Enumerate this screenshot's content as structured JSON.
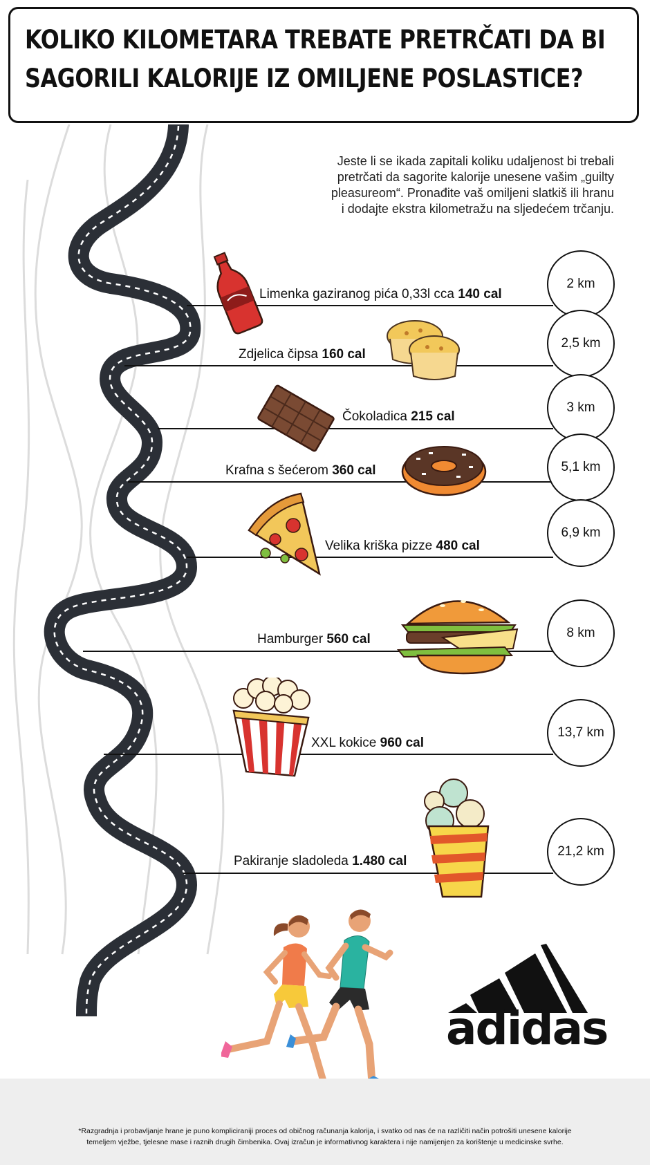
{
  "header": {
    "title_line1": "Koliko kilometara trebate pretrčati da bi",
    "title_line2": "sagorili kalorije iz omiljene poslastice?"
  },
  "intro": {
    "line1": "Jeste li se ikada zapitali koliku udaljenost bi trebali",
    "line2": "pretrčati da sagorite kalorije unesene vašim „guilty",
    "line3": "pleasureom“. Pronađite vaš omiljeni slatkiš ili hranu",
    "line4": "i dodajte ekstra kilometražu na sljedećem trčanju."
  },
  "items": [
    {
      "name": "Limenka gaziranog pića 0,33l cca",
      "cal": "140 cal",
      "km": "2 km",
      "icon": "soda-bottle-icon"
    },
    {
      "name": "Zdjelica čipsa",
      "cal": "160 cal",
      "km": "2,5 km",
      "icon": "chips-icon"
    },
    {
      "name": "Čokoladica",
      "cal": "215 cal",
      "km": "3 km",
      "icon": "chocolate-bar-icon"
    },
    {
      "name": "Krafna s šećerom",
      "cal": "360 cal",
      "km": "5,1 km",
      "icon": "donut-icon"
    },
    {
      "name": "Velika kriška pizze",
      "cal": "480 cal",
      "km": "6,9 km",
      "icon": "pizza-slice-icon"
    },
    {
      "name": "Hamburger",
      "cal": "560 cal",
      "km": "8 km",
      "icon": "hamburger-icon"
    },
    {
      "name": "XXL kokice",
      "cal": "960 cal",
      "km": "13,7 km",
      "icon": "popcorn-icon"
    },
    {
      "name": "Pakiranje sladoleda",
      "cal": "1.480 cal",
      "km": "21,2 km",
      "icon": "ice-cream-icon"
    }
  ],
  "brand": {
    "logo_text": "adidas"
  },
  "footnote": {
    "line1": "*Razgradnja i probavljanje hrane je puno kompliciraniji proces od običnog računanja kalorija, i svatko od nas će na različiti način potrošiti unesene kalorije",
    "line2": "temeljem vježbe, tjelesne mase i raznih drugih čimbenika. Ovaj izračun je informativnog karaktera i nije namijenjen za korištenje u medicinske svrhe."
  },
  "colors": {
    "road": "#2b2f36",
    "accent_orange": "#f07b2a",
    "accent_red": "#d8332f"
  }
}
